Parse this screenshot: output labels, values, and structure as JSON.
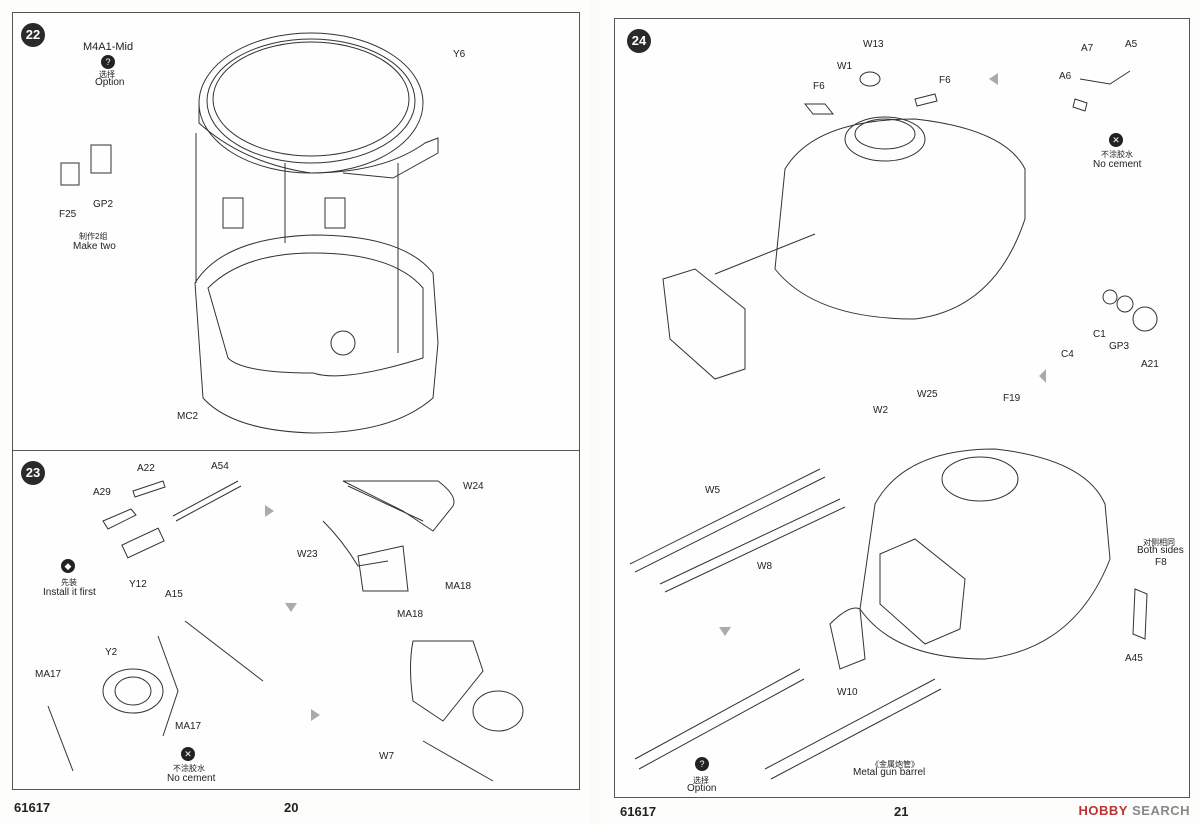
{
  "left_page": {
    "page_number": "20",
    "kit_number": "61617",
    "step22": {
      "number": "22",
      "variant": "M4A1-Mid",
      "option_cn": "选择",
      "option_en": "Option",
      "make_two_cn": "制作2组",
      "make_two_en": "Make two",
      "parts": {
        "y6": "Y6",
        "f25": "F25",
        "gp2": "GP2",
        "mc2": "MC2"
      }
    },
    "step23": {
      "number": "23",
      "parts": {
        "a22": "A22",
        "a54": "A54",
        "a29": "A29",
        "y12": "Y12",
        "a15": "A15",
        "w24": "W24",
        "w23": "W23",
        "ma18a": "MA18",
        "ma18b": "MA18",
        "y2": "Y2",
        "ma17a": "MA17",
        "ma17b": "MA17",
        "w7": "W7"
      },
      "install_first_cn": "先装",
      "install_first_en": "Install it first",
      "no_cement_cn": "不涂胶水",
      "no_cement_en": "No cement"
    }
  },
  "right_page": {
    "page_number": "21",
    "kit_number": "61617",
    "step24": {
      "number": "24",
      "parts": {
        "w13": "W13",
        "w1": "W1",
        "f6a": "F6",
        "f6b": "F6",
        "a7": "A7",
        "a5": "A5",
        "a6": "A6",
        "c1": "C1",
        "gp3": "GP3",
        "a21": "A21",
        "c4": "C4",
        "w2": "W2",
        "w25": "W25",
        "f19": "F19",
        "w5": "W5",
        "w8": "W8",
        "w10": "W10",
        "f8": "F8",
        "a45": "A45"
      },
      "no_cement_cn": "不涂胶水",
      "no_cement_en": "No cement",
      "both_sides_cn": "对侧相同",
      "both_sides_en": "Both sides",
      "metal_barrel_cn": "《金属炮管》",
      "metal_barrel_en": "Metal gun barrel",
      "option_cn": "选择",
      "option_en": "Option"
    }
  },
  "watermark": {
    "brand_a": "HOBBY",
    "brand_b": " SEARCH"
  },
  "colors": {
    "ink": "#222222",
    "badge": "#2a2a2a",
    "arrow": "#aaaaaa"
  }
}
